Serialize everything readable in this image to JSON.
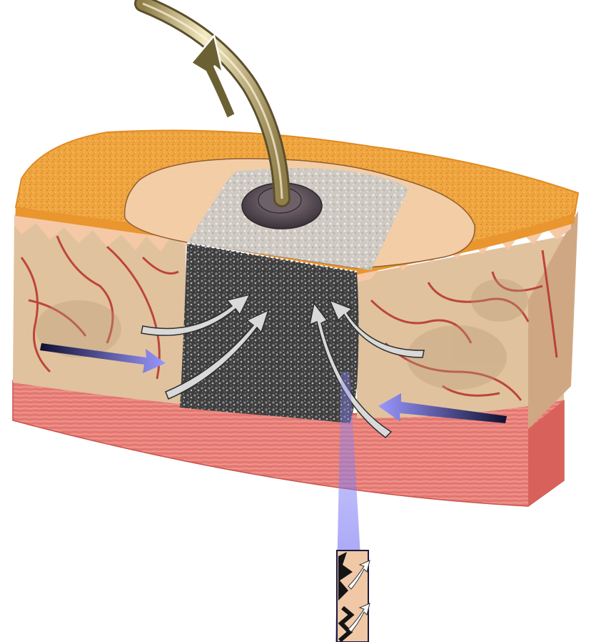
{
  "figure": {
    "kind": "illustration",
    "palette": {
      "epidermis": "#f0a640",
      "epidermis_edge": "#e08a23",
      "dermis": "#e2c6a4",
      "capillary": "#b8302a",
      "muscle": "#e87f78",
      "foam": "#4a4a4a",
      "drape": "#f4d0ac",
      "tube": "#c9b98a",
      "flow_arrow": "#7a77f0",
      "fluid_arrow": "#e6e6e6"
    },
    "icons": [
      "suction-tube",
      "tube-connector-pad",
      "foam-dressing",
      "adhesive-drape",
      "fluid-flow-arrows",
      "perfusion-arrows",
      "zoom-inset"
    ]
  }
}
